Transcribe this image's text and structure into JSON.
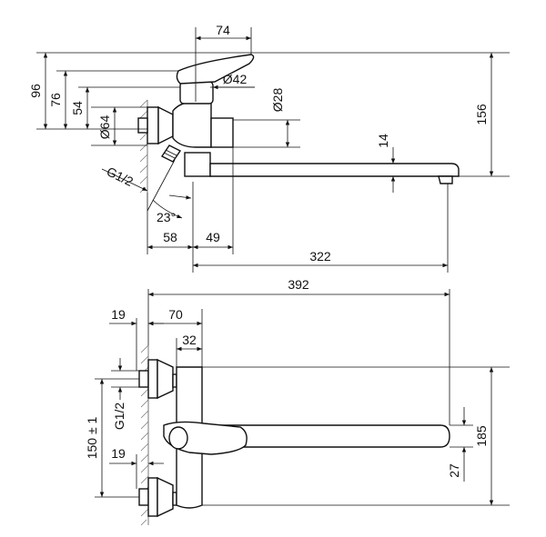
{
  "top_view": {
    "dim_74": "74",
    "dim_96": "96",
    "dim_76": "76",
    "dim_54": "54",
    "dim_d42": "Ø42",
    "dim_d28": "Ø28",
    "dim_d64": "Ø64",
    "dim_156": "156",
    "dim_14": "14",
    "dim_g12": "G1/2",
    "dim_23deg": "23°",
    "dim_58": "58",
    "dim_49": "49",
    "dim_322": "322"
  },
  "bottom_view": {
    "dim_392": "392",
    "dim_19_top": "19",
    "dim_70": "70",
    "dim_32": "32",
    "dim_g12": "G1/2",
    "dim_150": "150 ± 1",
    "dim_19_bottom": "19",
    "dim_185": "185",
    "dim_27": "27"
  }
}
